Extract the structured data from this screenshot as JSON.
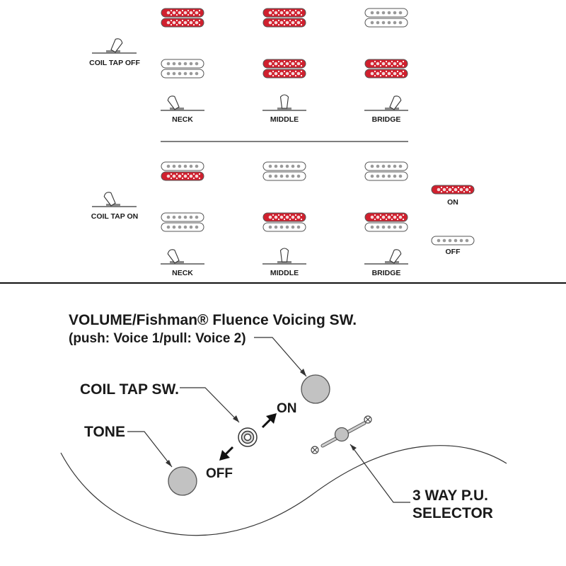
{
  "colors": {
    "active_coil": "#d0202e",
    "inactive_coil": "#ffffff",
    "knob": "#c2c2c2",
    "outline": "#555555"
  },
  "sections": [
    {
      "label": "COIL TAP OFF",
      "positions": [
        {
          "label": "NECK",
          "lever": "left",
          "upper": [
            true,
            true
          ],
          "lower": [
            false,
            false
          ]
        },
        {
          "label": "MIDDLE",
          "lever": "center",
          "upper": [
            true,
            true
          ],
          "lower": [
            true,
            true
          ]
        },
        {
          "label": "BRIDGE",
          "lever": "right",
          "upper": [
            false,
            false
          ],
          "lower": [
            true,
            true
          ]
        }
      ]
    },
    {
      "label": "COIL TAP ON",
      "positions": [
        {
          "label": "NECK",
          "lever": "left",
          "upper": [
            false,
            true
          ],
          "lower": [
            false,
            false
          ]
        },
        {
          "label": "MIDDLE",
          "lever": "center",
          "upper": [
            false,
            false
          ],
          "lower": [
            true,
            false
          ]
        },
        {
          "label": "BRIDGE",
          "lever": "right",
          "upper": [
            false,
            false
          ],
          "lower": [
            true,
            false
          ]
        }
      ]
    }
  ],
  "legend": {
    "on_label": "ON",
    "off_label": "OFF",
    "on_icon": "active-coil-icon",
    "off_icon": "inactive-coil-icon"
  },
  "controls": {
    "volume_line1": "VOLUME/Fishman® Fluence Voicing SW.",
    "volume_line2": "(push: Voice 1/pull: Voice 2)",
    "coil_tap": "COIL TAP SW.",
    "switch_on": "ON",
    "switch_off": "OFF",
    "tone": "TONE",
    "selector_line1": "3 WAY P.U.",
    "selector_line2": "SELECTOR"
  }
}
